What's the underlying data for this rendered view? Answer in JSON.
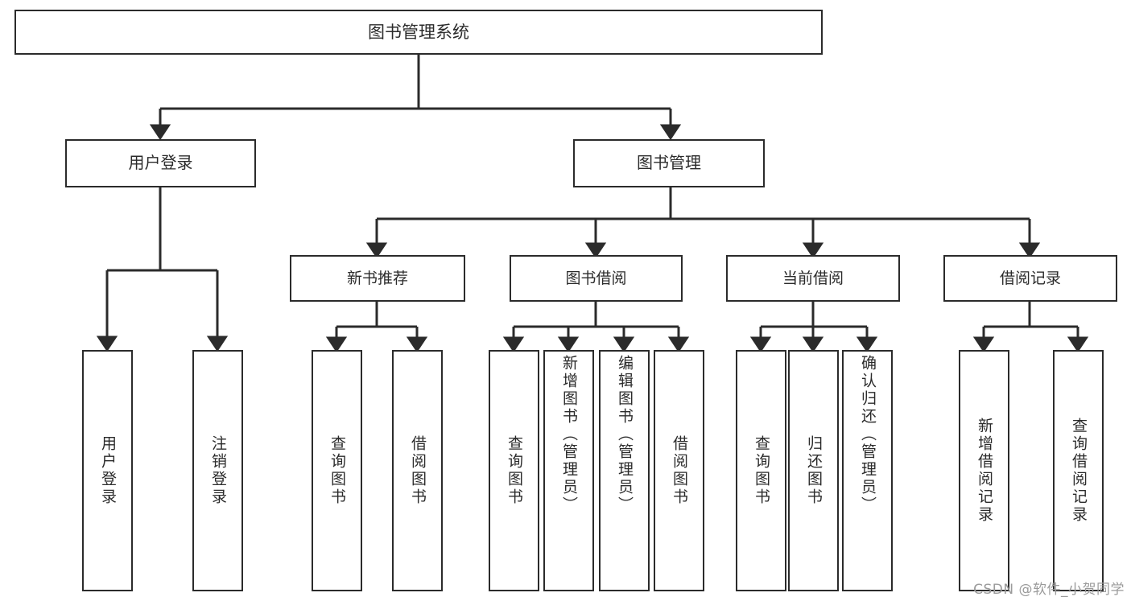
{
  "diagram": {
    "title": "图书管理系统",
    "type": "tree",
    "watermark": "CSDN @软件_小贺同学",
    "colors": {
      "box_border": "#2b2b2b",
      "box_fill": "#ffffff",
      "connector": "#2b2b2b",
      "watermark": "#9b9b9b",
      "background": "#ffffff"
    },
    "root": {
      "label": "图书管理系统"
    },
    "level1": [
      {
        "label": "用户登录"
      },
      {
        "label": "图书管理"
      }
    ],
    "level2": [
      {
        "label": "新书推荐"
      },
      {
        "label": "图书借阅"
      },
      {
        "label": "当前借阅"
      },
      {
        "label": "借阅记录"
      }
    ],
    "leaves": {
      "user_login": [
        {
          "label": "用户登录"
        },
        {
          "label": "注销登录"
        }
      ],
      "new_book_recommend": [
        {
          "label": "查询图书"
        },
        {
          "label": "借阅图书"
        }
      ],
      "book_borrow": [
        {
          "label": "查询图书"
        },
        {
          "label": "新增图书（管理员）"
        },
        {
          "label": "编辑图书（管理员）"
        },
        {
          "label": "借阅图书"
        }
      ],
      "current_borrow": [
        {
          "label": "查询图书"
        },
        {
          "label": "归还图书"
        },
        {
          "label": "确认归还（管理员）"
        }
      ],
      "borrow_record": [
        {
          "label": "新增借阅记录"
        },
        {
          "label": "查询借阅记录"
        }
      ]
    }
  }
}
